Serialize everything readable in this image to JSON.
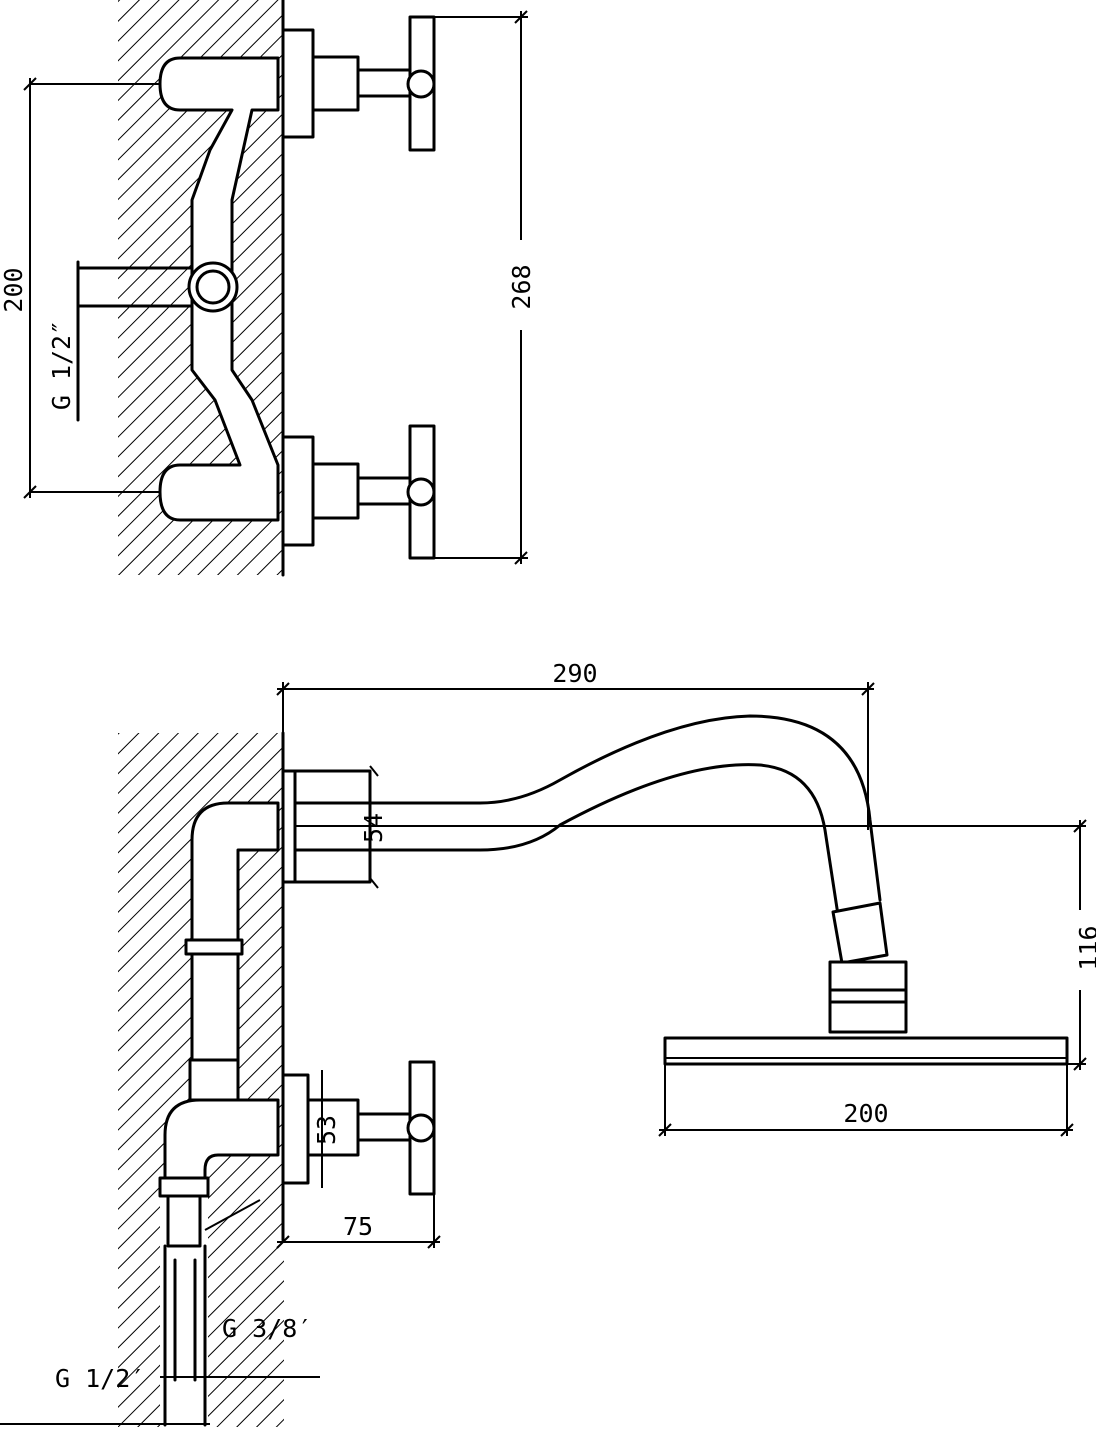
{
  "top_view": {
    "dim_vertical_left": "200",
    "dim_vertical_right": "268",
    "thread_label": "G 1/2″"
  },
  "side_view": {
    "dim_arm_length": "290",
    "dim_wall_flange": "54",
    "dim_drop": "116",
    "dim_head_width": "200",
    "dim_lower_flange": "53",
    "dim_handle_projection": "75",
    "thread_small": "G 3/8′",
    "thread_inlet": "G 1/2′"
  }
}
